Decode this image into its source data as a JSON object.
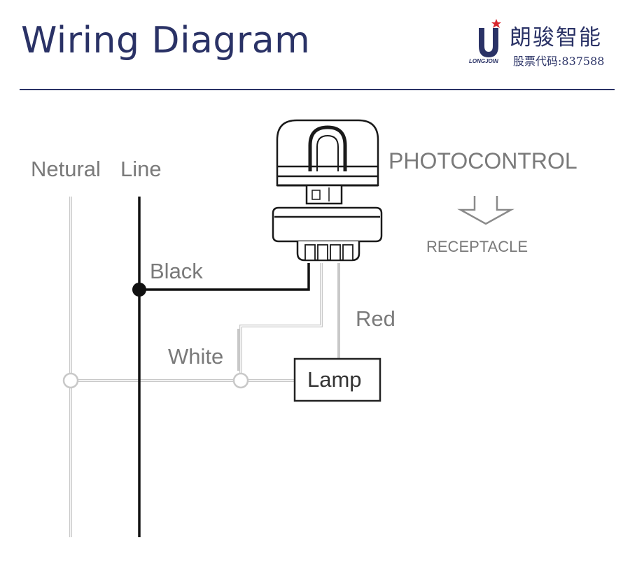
{
  "header": {
    "title": "Wiring Diagram",
    "brand_cn": "朗骏智能",
    "brand_en": "LONGJOIN",
    "stock_code": "股票代码:837588"
  },
  "diagram": {
    "neutral_label": "Netural",
    "line_label": "Line",
    "black_label": "Black",
    "white_label": "White",
    "red_label": "Red",
    "lamp_label": "Lamp",
    "photocontrol_label": "PHOTOCONTROL",
    "receptacle_label": "RECEPTACLE"
  },
  "colors": {
    "brand_navy": "#2a3266",
    "brand_star": "#d8262d",
    "line_wire": "#111111",
    "neutral_wire": "#c8c8c8",
    "label_gray": "#7a7a7a"
  }
}
